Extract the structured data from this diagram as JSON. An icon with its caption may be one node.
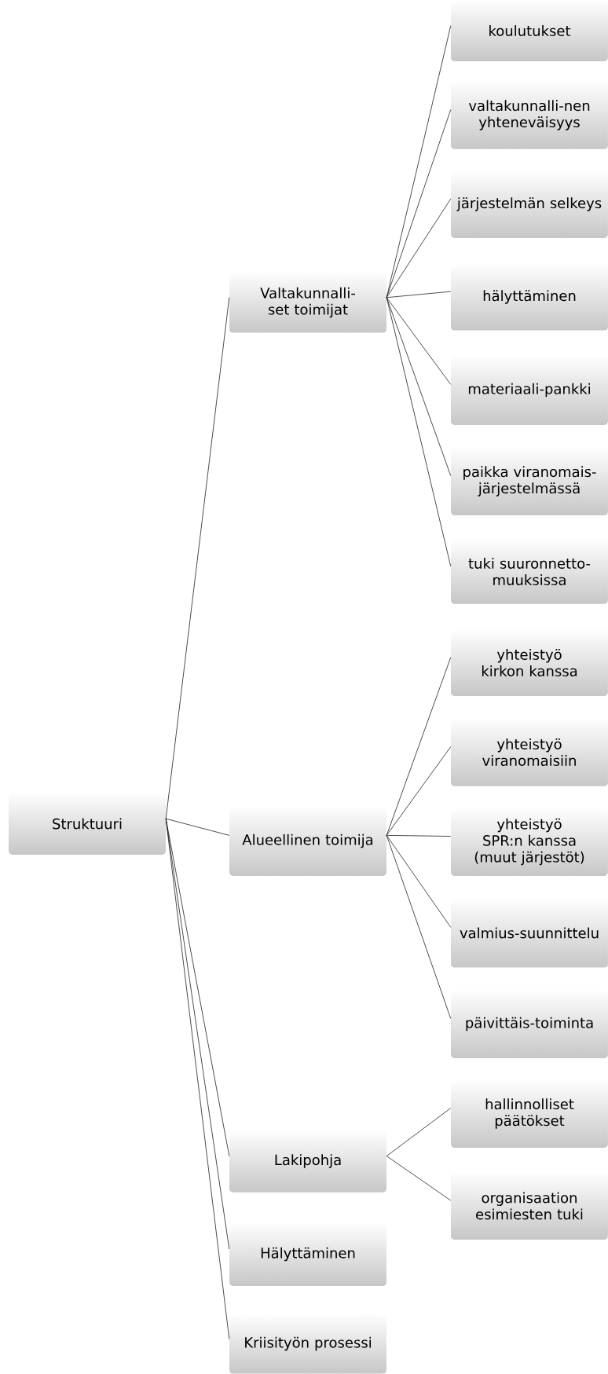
{
  "diagram": {
    "nodes": [
      {
        "text": [
          "Struktuuri"
        ]
      },
      {
        "text": [
          "Valtakunnalli-set toimijat"
        ]
      },
      {
        "text": [
          "Alueellinen toimija"
        ]
      },
      {
        "text": [
          "Lakipohja"
        ]
      },
      {
        "text": [
          "Hälyttäminen"
        ]
      },
      {
        "text": [
          "Kriisityön prosessi"
        ]
      },
      {
        "text": [
          "koulutukset"
        ]
      },
      {
        "text": [
          "valtakunnalli-nen yhteneväisyys"
        ]
      },
      {
        "text": [
          "järjestelmän selkeys"
        ]
      },
      {
        "text": [
          "hälyttäminen"
        ]
      },
      {
        "text": [
          "materiaali-pankki"
        ]
      },
      {
        "text": [
          "paikka viranomais-järjestelmässä"
        ]
      },
      {
        "text": [
          "tuki suuronnetto-muuksissa"
        ]
      },
      {
        "text": [
          "yhteistyö kirkon kanssa"
        ]
      },
      {
        "text": [
          "yhteistyö viranomaisiin"
        ]
      },
      {
        "text": [
          "yhteistyö SPR:n kanssa (muut järjestöt)"
        ]
      },
      {
        "text": [
          "valmius-suunnittelu"
        ]
      },
      {
        "text": [
          "päivittäis-toiminta"
        ]
      },
      {
        "text": [
          "hallinnolliset päätökset"
        ]
      },
      {
        "text": [
          "organisaation esimiesten tuki"
        ]
      }
    ],
    "edges": [
      {
        "from": 0,
        "to": 1,
        "arrow": "none"
      },
      {
        "from": 0,
        "to": 2,
        "arrow": "none"
      },
      {
        "from": 0,
        "to": 3,
        "arrow": "none"
      },
      {
        "from": 0,
        "to": 4,
        "arrow": "none"
      },
      {
        "from": 0,
        "to": 5,
        "arrow": "none"
      },
      {
        "from": 1,
        "to": 6,
        "arrow": "none"
      },
      {
        "from": 1,
        "to": 7,
        "arrow": "none"
      },
      {
        "from": 1,
        "to": 8,
        "arrow": "none"
      },
      {
        "from": 1,
        "to": 9,
        "arrow": "none"
      },
      {
        "from": 1,
        "to": 10,
        "arrow": "none"
      },
      {
        "from": 1,
        "to": 11,
        "arrow": "none"
      },
      {
        "from": 1,
        "to": 12,
        "arrow": "none"
      },
      {
        "from": 2,
        "to": 13,
        "arrow": "none"
      },
      {
        "from": 2,
        "to": 14,
        "arrow": "none"
      },
      {
        "from": 2,
        "to": 15,
        "arrow": "none"
      },
      {
        "from": 2,
        "to": 16,
        "arrow": "none"
      },
      {
        "from": 2,
        "to": 17,
        "arrow": "none"
      },
      {
        "from": 3,
        "to": 18,
        "arrow": "none"
      },
      {
        "from": 3,
        "to": 19,
        "arrow": "none"
      }
    ]
  }
}
